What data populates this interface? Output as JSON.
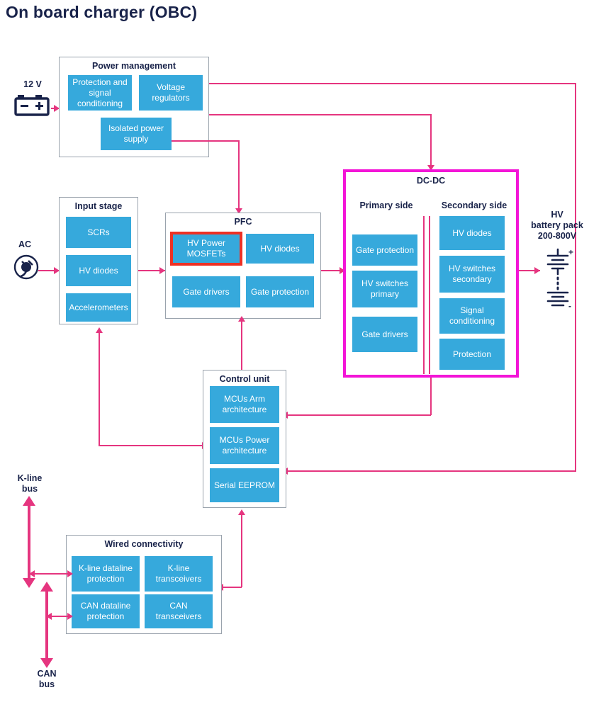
{
  "page": {
    "title": "On board charger (OBC)"
  },
  "colors": {
    "block_blue": "#36a9dc",
    "connector_pink": "#e5357f",
    "highlight_magenta": "#f315d7",
    "highlight_red": "#ee3124",
    "text_navy": "#19234a",
    "group_border": "#9aa3ad"
  },
  "sources": {
    "battery_12v": {
      "label": "12 V",
      "icon": "car-battery-icon"
    },
    "ac_input": {
      "label": "AC",
      "icon": "ac-plug-icon"
    },
    "hv_battery": {
      "label": "HV\nbattery pack\n200-800V",
      "line1": "HV",
      "line2": "battery pack",
      "line3": "200-800V",
      "icon": "battery-cell-stack-icon"
    },
    "k_line_bus": {
      "line1": "K-line",
      "line2": "bus"
    },
    "can_bus": {
      "line1": "CAN",
      "line2": "bus"
    }
  },
  "groups": {
    "power_management": {
      "title": "Power management",
      "blocks": [
        {
          "label": "Protection and signal conditioning",
          "highlighted": false
        },
        {
          "label": "Voltage regulators",
          "highlighted": false
        },
        {
          "label": "Isolated power supply",
          "highlighted": false
        }
      ]
    },
    "input_stage": {
      "title": "Input stage",
      "blocks": [
        {
          "label": "SCRs",
          "highlighted": false
        },
        {
          "label": "HV diodes",
          "highlighted": false
        },
        {
          "label": "Accelerometers",
          "highlighted": false
        }
      ]
    },
    "pfc": {
      "title": "PFC",
      "blocks": [
        {
          "label": "HV Power MOSFETs",
          "highlighted": true
        },
        {
          "label": "HV diodes",
          "highlighted": false
        },
        {
          "label": "Gate drivers",
          "highlighted": false
        },
        {
          "label": "Gate protection",
          "highlighted": false
        }
      ]
    },
    "dc_dc": {
      "title": "DC-DC",
      "highlighted": true,
      "primary_side": {
        "title": "Primary side",
        "blocks": [
          {
            "label": "Gate protection"
          },
          {
            "label": "HV switches primary"
          },
          {
            "label": "Gate drivers"
          }
        ]
      },
      "secondary_side": {
        "title": "Secondary side",
        "blocks": [
          {
            "label": "HV diodes"
          },
          {
            "label": "HV switches secondary"
          },
          {
            "label": "Signal conditioning"
          },
          {
            "label": "Protection"
          }
        ]
      }
    },
    "control_unit": {
      "title": "Control unit",
      "blocks": [
        {
          "label": "MCUs Arm architecture"
        },
        {
          "label": "MCUs Power architecture"
        },
        {
          "label": "Serial EEPROM"
        }
      ]
    },
    "wired_connectivity": {
      "title": "Wired connectivity",
      "blocks": [
        {
          "label": "K-line dataline protection"
        },
        {
          "label": "K-line transceivers"
        },
        {
          "label": "CAN dataline protection"
        },
        {
          "label": "CAN transceivers"
        }
      ]
    }
  }
}
